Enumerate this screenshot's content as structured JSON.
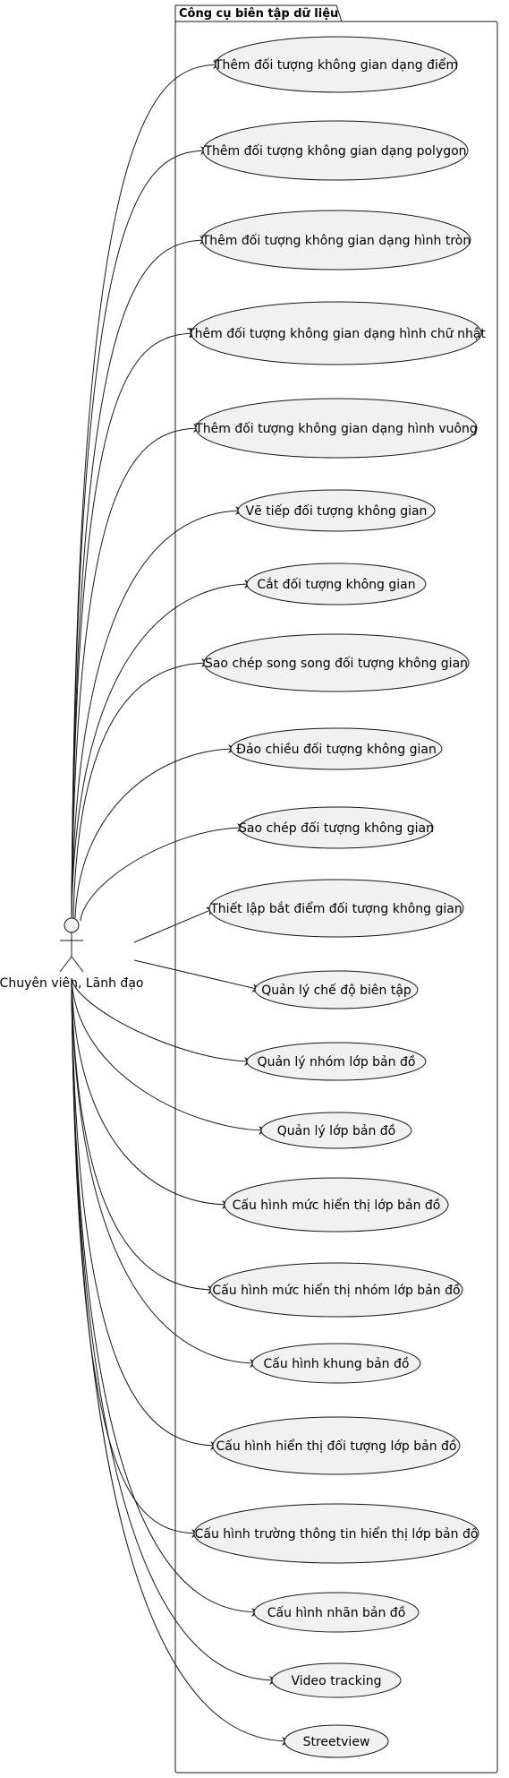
{
  "package": {
    "title": "Công cụ biên tập dữ liệu"
  },
  "actor": {
    "label": "Chuyên viên, Lãnh đạo"
  },
  "colors": {
    "use_case_fill": "#f1f1f1",
    "stroke": "#181818",
    "background": "#ffffff"
  },
  "use_cases": [
    "Thêm đối tượng không gian dạng điểm",
    "Thêm đối tượng không gian dạng polygon",
    "Thêm đối tượng không gian dạng hình tròn",
    "Thêm đối tượng không gian dạng hình chữ nhật",
    "Thêm đối tượng không gian dạng hình vuông",
    "Vẽ tiếp đối tượng không gian",
    "Cắt đối tượng không gian",
    "Sao chép song song đối tượng không gian",
    "Đảo chiều đối tượng không gian",
    "Sao chép đối tượng không gian",
    "Thiết lập bắt điểm đối tượng không gian",
    "Quản lý chế độ biên tập",
    "Quản lý nhóm lớp bản đồ",
    "Quản lý lớp bản đồ",
    "Cấu hình mức hiển thị lớp bản đồ",
    "Cấu hình mức hiển thị nhóm lớp bản đồ",
    "Cấu hình khung bản đồ",
    "Cấu hình hiển thị đối tượng lớp bản đồ",
    "Cấu hình trường thông tin hiển thị lớp bản đồ",
    "Cấu hình nhãn bản đồ",
    "Video tracking",
    "Streetview"
  ]
}
